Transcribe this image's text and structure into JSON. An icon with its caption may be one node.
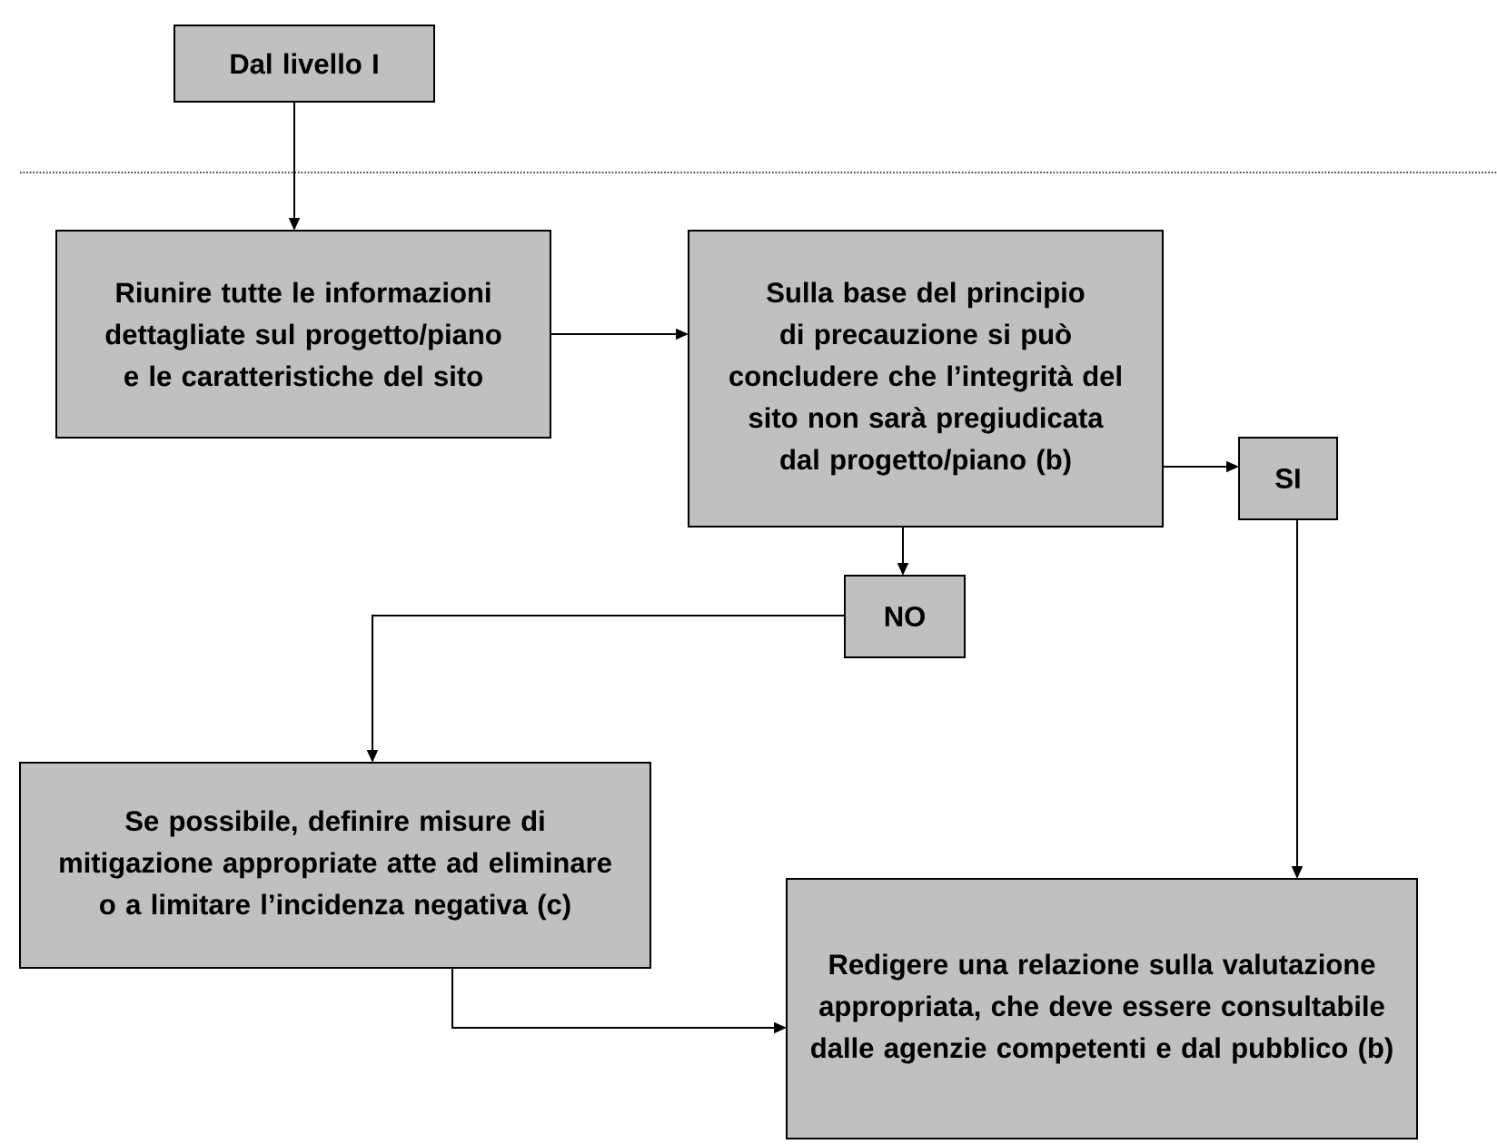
{
  "diagram": {
    "nodes": [
      {
        "text": [
          "Dal livello I"
        ]
      },
      {
        "text": [
          "Riunire tutte le informazioni dettagliate sul progetto/piano e le caratteristiche del sito"
        ]
      },
      {
        "text": [
          "Sulla base del principio di precauzione si può concludere che l’integrità del sito non sarà pregiudicata dal progetto/piano (b)"
        ]
      },
      {
        "text": [
          "SI"
        ]
      },
      {
        "text": [
          "NO"
        ]
      },
      {
        "text": [
          "Se possibile, definire misure di mitigazione appropriate atte ad eliminare o a limitare l’incidenza negativa (c)"
        ]
      },
      {
        "text": [
          "Redigere una relazione sulla valutazione appropriata, che deve essere consultabile dalle agenzie competenti e dal pubblico (b)"
        ]
      }
    ],
    "edges": [
      {
        "from": 0,
        "to": 1,
        "arrow": "to"
      },
      {
        "from": 1,
        "to": 2,
        "arrow": "to"
      },
      {
        "from": 2,
        "to": 3,
        "arrow": "to"
      },
      {
        "from": 2,
        "to": 4,
        "arrow": "to"
      },
      {
        "from": 4,
        "to": 5,
        "arrow": "to"
      },
      {
        "from": 3,
        "to": 6,
        "arrow": "to"
      },
      {
        "from": 5,
        "to": 6,
        "arrow": "to"
      }
    ]
  }
}
